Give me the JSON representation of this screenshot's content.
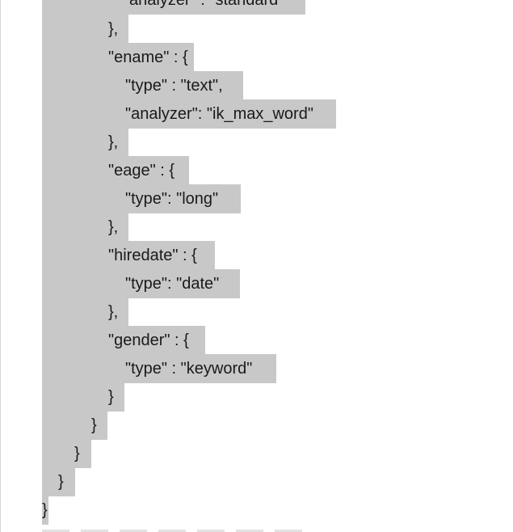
{
  "code_lines": [
    "analyzer\" : \"standard\"",
    "},",
    "\"ename\" : {",
    "\"type\" : \"text\",",
    "\"analyzer\": \"ik_max_word\"",
    "},",
    "\"eage\" : {",
    "\"type\": \"long\"",
    "},",
    "\"hiredate\" : {",
    "\"type\": \"date\"",
    "},",
    "\"gender\" : {",
    "\"type\" : \"keyword\"",
    "}",
    "}",
    "}",
    "}",
    "}"
  ]
}
